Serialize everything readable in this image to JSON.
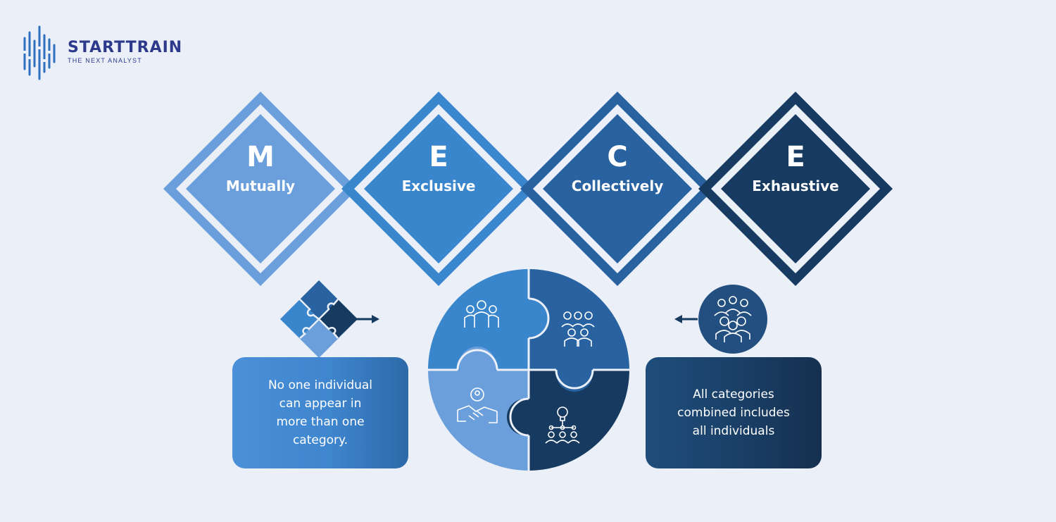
{
  "logo": {
    "name": "STARTTRAIN",
    "tagline": "THE NEXT ANALYST"
  },
  "colors": {
    "background": "#eaeff8",
    "m": "#6b9fdc",
    "e1": "#3a86cc",
    "c": "#2862a0",
    "e2": "#163a60",
    "brand": "#2d3a8c"
  },
  "mece": [
    {
      "letter": "M",
      "word": "Mutually"
    },
    {
      "letter": "E",
      "word": "Exclusive"
    },
    {
      "letter": "C",
      "word": "Collectively"
    },
    {
      "letter": "E",
      "word": "Exhaustive"
    }
  ],
  "left_box": {
    "lines": [
      "No one individual",
      "can appear in",
      "more than one",
      "category."
    ]
  },
  "right_box": {
    "lines": [
      "All categories",
      "combined includes",
      "all individuals"
    ]
  },
  "icons": {
    "small_puzzle": "puzzle-pieces-icon",
    "arrow_right": "arrow-right-icon",
    "arrow_left": "arrow-left-icon",
    "team_circle": "team-group-icon",
    "quadrant_tl": "people-group-icon",
    "quadrant_tr": "team-meeting-icon",
    "quadrant_bl": "handshake-icon",
    "quadrant_br": "idea-network-icon"
  }
}
